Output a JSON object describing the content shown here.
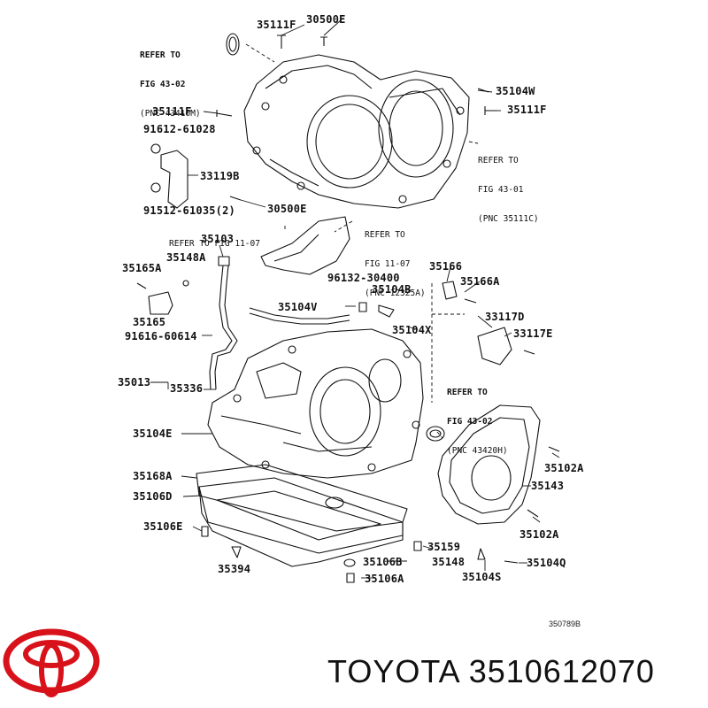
{
  "brand": {
    "name": "TOYOTA",
    "part_number": "3510612070",
    "logo_color": "#d8121a"
  },
  "diagram_code": "350789B",
  "labels": {
    "p35111f_top": "35111F",
    "p30500e_top": "30500E",
    "p35104w": "35104W",
    "p35111f_right": "35111F",
    "p35111f_left": "35111F",
    "p91612": "91612-61028",
    "p33119b": "33119B",
    "p91512": "91512-61035(2)",
    "p30500e_mid": "30500E",
    "p35103": "35103",
    "p35148a": "35148A",
    "p35165a": "35165A",
    "p35165": "35165",
    "p91616": "91616-60614",
    "p35013": "35013",
    "p35336": "35336",
    "p35104v": "35104V",
    "p96132": "96132-30400",
    "p35104b": "35104B",
    "p35166": "35166",
    "p35166a": "35166A",
    "p33117d": "33117D",
    "p33117e": "33117E",
    "p35104x": "35104X",
    "p35104e": "35104E",
    "p35168a": "35168A",
    "p35106d": "35106D",
    "p35106e": "35106E",
    "p35394": "35394",
    "p35159": "35159",
    "p35106b": "35106B",
    "p35148": "35148",
    "p35106a": "35106A",
    "p35104s": "35104S",
    "p35104q": "35104Q",
    "p35102a_top": "35102A",
    "p35143": "35143",
    "p35102a_bot": "35102A"
  },
  "references": {
    "ref_43_02_top": {
      "line1": "REFER TO",
      "line2": "FIG 43-02",
      "line3": "(PNC 43410M)"
    },
    "ref_43_01": {
      "line1": "REFER TO",
      "line2": "FIG 43-01",
      "line3": "(PNC 35111C)"
    },
    "ref_11_07_left": {
      "line1": "REFER TO FIG 11-07"
    },
    "ref_11_07_right": {
      "line1": "REFER TO",
      "line2": "FIG 11-07",
      "line3": "(PNC 12325A)"
    },
    "ref_43_02_bot": {
      "line1": "REFER TO",
      "line2": "FIG 43-02",
      "line3": "(PNC 43420H)"
    }
  }
}
